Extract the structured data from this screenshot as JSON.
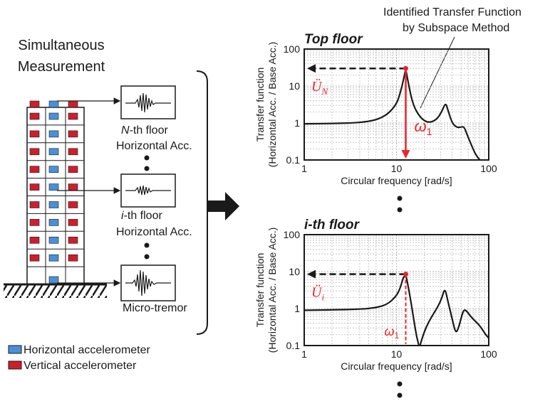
{
  "left": {
    "title_line1": "Simultaneous",
    "title_line2": "Measurement",
    "sensor1_label_a": "N",
    "sensor1_label_b": "-th floor",
    "sensor1_label_c": "Horizontal Acc.",
    "sensor2_label_a": "i",
    "sensor2_label_b": "-th floor",
    "sensor2_label_c": "Horizontal Acc.",
    "sensor3_label": "Micro-tremor",
    "legend": [
      {
        "label": "Horizontal accelerometer",
        "color": "#4a90d9"
      },
      {
        "label": "Vertical accelerometer",
        "color": "#cc1f2d"
      }
    ]
  },
  "annotation": {
    "line1": "Identified Transfer Function",
    "line2": "by Subspace Method"
  },
  "colors": {
    "accent": "#e8262a",
    "curve": "#1a1a1a"
  },
  "chart_data": [
    {
      "type": "line",
      "title": "Top floor",
      "xlabel": "Circular frequency [rad/s]",
      "ylabel_line1": "Transfer function",
      "ylabel_line2": "(Horizontal Acc. / Base Acc.)",
      "xscale": "log",
      "yscale": "log",
      "xlim": [
        1,
        100
      ],
      "ylim": [
        0.1,
        100
      ],
      "xticks": [
        "1",
        "10",
        "100"
      ],
      "yticks": [
        "0.1",
        "1",
        "10",
        "100"
      ],
      "grid": true,
      "mode_label": "ω",
      "mode_sub": "1",
      "peak_label": "Ü",
      "peak_sub": "N",
      "series": [
        {
          "x": [
            1,
            2,
            4,
            6,
            8,
            10,
            11,
            12,
            12.6,
            13.2,
            15,
            18,
            22,
            27,
            31,
            34,
            36,
            40,
            45,
            50,
            54,
            58,
            65,
            72,
            80
          ],
          "y": [
            0.95,
            0.97,
            1.02,
            1.2,
            1.7,
            3.2,
            6.5,
            16,
            30,
            15,
            3.2,
            1.4,
            1.0,
            1.2,
            2.0,
            3.6,
            2.3,
            1.0,
            0.75,
            0.78,
            0.8,
            0.5,
            0.25,
            0.14,
            0.1
          ]
        }
      ],
      "peak": {
        "x": 12.6,
        "y": 30
      }
    },
    {
      "type": "line",
      "title": "i-th floor",
      "xlabel": "Circular frequency [rad/s]",
      "ylabel_line1": "Transfer function",
      "ylabel_line2": "(Horizontal Acc. / Base Acc.)",
      "xscale": "log",
      "yscale": "log",
      "xlim": [
        1,
        100
      ],
      "ylim": [
        0.1,
        100
      ],
      "xticks": [
        "1",
        "10",
        "100"
      ],
      "yticks": [
        "0.1",
        "1",
        "10",
        "100"
      ],
      "grid": true,
      "mode_label": "ω",
      "mode_sub": "1",
      "peak_label": "Ü",
      "peak_sub": "i",
      "series": [
        {
          "x": [
            1,
            2,
            4,
            6,
            8,
            10,
            11,
            11.8,
            12.6,
            13.4,
            14.5,
            15.5,
            16.5,
            17.5
          ],
          "y": [
            0.9,
            0.92,
            0.96,
            1.05,
            1.3,
            2.2,
            3.6,
            6.8,
            8.5,
            4.0,
            1.3,
            0.45,
            0.18,
            0.1
          ]
        },
        {
          "x": [
            18,
            19,
            21,
            24,
            28,
            31,
            33.5,
            36,
            40,
            44,
            48,
            51,
            54,
            58,
            64,
            72,
            82,
            92,
            100
          ],
          "y": [
            0.1,
            0.16,
            0.32,
            0.6,
            1.1,
            1.9,
            3.7,
            1.6,
            0.55,
            0.2,
            0.35,
            0.65,
            0.95,
            0.85,
            0.6,
            0.45,
            0.32,
            0.2,
            0.16
          ]
        }
      ],
      "peak": {
        "x": 12.6,
        "y": 8.5
      }
    }
  ]
}
